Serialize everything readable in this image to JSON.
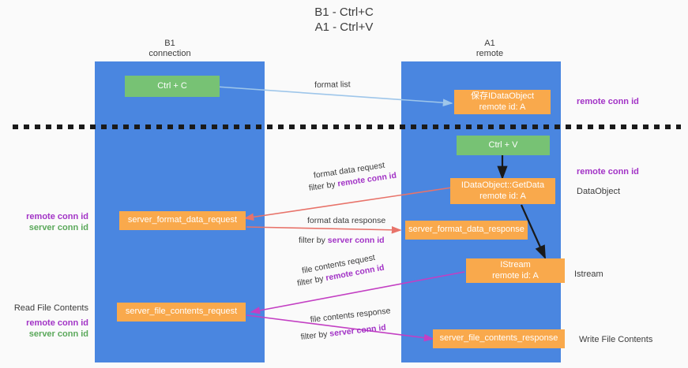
{
  "title": {
    "line1": "B1 - Ctrl+C",
    "line2": "A1 - Ctrl+V"
  },
  "columns": [
    {
      "id": "b1",
      "name": "B1",
      "role": "connection"
    },
    {
      "id": "a1",
      "name": "A1",
      "role": "remote"
    }
  ],
  "boxes": {
    "ctrl_c": {
      "line1": "Ctrl + C",
      "line2": "",
      "color": "#77c274"
    },
    "save_idataobject": {
      "line1": "保存IDataObject",
      "line2": "remote id: A",
      "color": "#f9a94c"
    },
    "ctrl_v": {
      "line1": "Ctrl + V",
      "line2": "",
      "color": "#77c274"
    },
    "idataobject_getdata": {
      "line1": "IDataObject::GetData",
      "line2": "remote id: A",
      "color": "#f9a94c"
    },
    "server_format_data_request": {
      "line1": "server_format_data_request",
      "line2": "",
      "color": "#f9a94c"
    },
    "server_format_data_response": {
      "line1": "server_format_data_response",
      "line2": "",
      "color": "#f9a94c"
    },
    "istream": {
      "line1": "IStream",
      "line2": "remote id: A",
      "color": "#f9a94c"
    },
    "server_file_contents_request": {
      "line1": "server_file_contents_request",
      "line2": "",
      "color": "#f9a94c"
    },
    "server_file_contents_response": {
      "line1": "server_file_contents_response",
      "line2": "",
      "color": "#f9a94c"
    }
  },
  "arrow_captions": {
    "format_list": "format list",
    "format_data_request": "format data request",
    "format_data_request_filter_pre": "filter by ",
    "format_data_request_filter_id": "remote conn id",
    "format_data_response": "format data response",
    "format_data_response_filter_pre": "filter by ",
    "format_data_response_filter_id": "server conn id",
    "file_contents_request": "file contents request",
    "file_contents_request_filter_pre": "filter by ",
    "file_contents_request_filter_id": "remote conn id",
    "file_contents_response": "file contents response",
    "file_contents_response_filter_pre": "filter by ",
    "file_contents_response_filter_id": "server conn id"
  },
  "side_labels": {
    "right_top_remote_conn_id": "remote conn id",
    "right_mid_remote_conn_id": "remote conn id",
    "right_dataobject": "DataObject",
    "right_istream": "Istream",
    "right_write_file_contents": "Write File Contents",
    "left_remote_conn_id_1": "remote conn id",
    "left_server_conn_id_1": "server conn id",
    "left_read_file_contents": "Read File Contents",
    "left_remote_conn_id_2": "remote conn id",
    "left_server_conn_id_2": "server conn id"
  },
  "colors": {
    "lane": "#4a86e0",
    "orange": "#f9a94c",
    "green": "#77c274",
    "purple": "#a233c6",
    "green_text": "#5aa85a",
    "arrow_blue": "#9ec6ea",
    "arrow_red": "#e8736a",
    "arrow_magenta": "#c33fc3",
    "arrow_black": "#1a1a1a",
    "background": "#fafafa"
  }
}
